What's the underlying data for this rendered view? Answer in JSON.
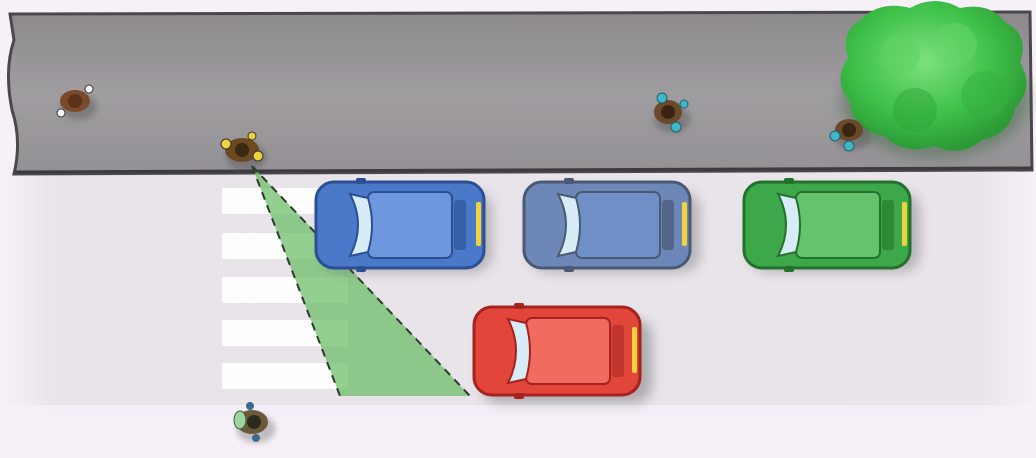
{
  "scene": {
    "colors": {
      "background": "#f6f1f8",
      "sidewalk": "#9a979b",
      "sidewalk_edge": "#4b484c",
      "road": "#e7e3e9",
      "crosswalk_stripe": "#ffffff",
      "sight_cone": "#6fbf6a",
      "tree": "#3fc24a"
    },
    "cars": [
      {
        "name": "blue-car",
        "color": "#4a79c9",
        "dark": "#2b4f93",
        "light": "#6f97de"
      },
      {
        "name": "grey-blue-car",
        "color": "#6d87b8",
        "dark": "#4b5a73",
        "light": "#8fa6cf"
      },
      {
        "name": "green-car",
        "color": "#3da84a",
        "dark": "#23712d",
        "light": "#66c36d"
      },
      {
        "name": "red-car",
        "color": "#e2453a",
        "dark": "#a4231e",
        "light": "#f06c5f"
      }
    ],
    "pedestrians": [
      {
        "name": "pedestrian-sidewalk-left",
        "clothing": "#7a4a2a",
        "accent": "#ffffff"
      },
      {
        "name": "pedestrian-at-crossing",
        "clothing": "#6b4a22",
        "accent": "#f2d23b"
      },
      {
        "name": "pedestrian-sidewalk-middle",
        "clothing": "#6b4a2a",
        "accent": "#3fb7c9"
      },
      {
        "name": "pedestrian-near-tree",
        "clothing": "#6b4a2a",
        "accent": "#3fb7c9"
      },
      {
        "name": "pedestrian-crossing-bottom",
        "clothing": "#6b5a3a",
        "accent": "#9fd3a0"
      }
    ]
  }
}
